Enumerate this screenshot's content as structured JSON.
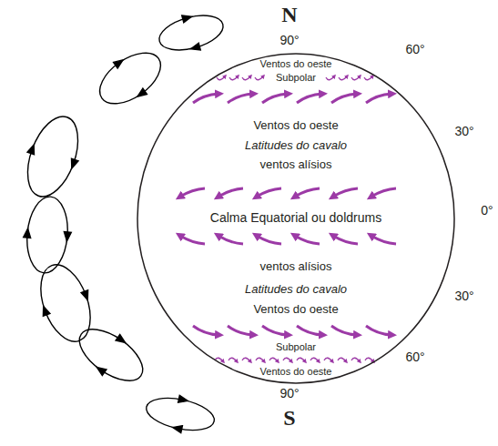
{
  "diagram": {
    "nodes": [
      {
        "text": [
          "Ventos do oeste",
          "Subpolar",
          "Ventos do oeste",
          "Latitudes do cavalo",
          "ventos alísios",
          "Calma Equatorial ou doldrums",
          "ventos alísios",
          "Latitudes do cavalo",
          "Ventos do oeste",
          "Subpolar",
          "Ventos do oeste"
        ]
      }
    ],
    "labels": [
      "N",
      "90°",
      "60°",
      "30°",
      "0°",
      "30°",
      "60°",
      "90°",
      "S"
    ]
  }
}
